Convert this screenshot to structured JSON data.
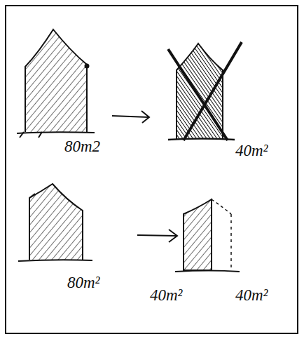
{
  "diagram": {
    "labels": [
      "80m2",
      "40m²",
      "80m²",
      "40m²",
      "40m²"
    ]
  }
}
